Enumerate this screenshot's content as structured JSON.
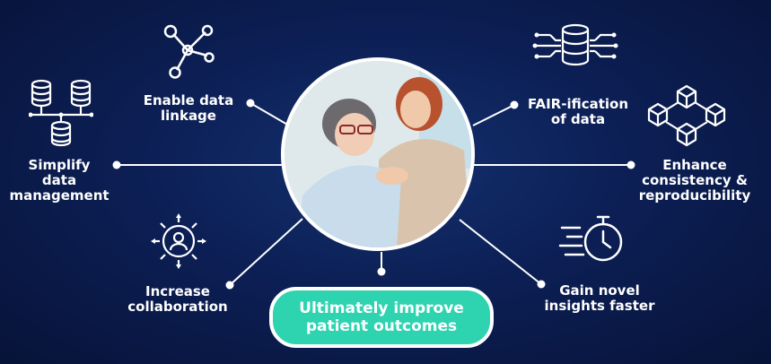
{
  "center_image": {
    "alt": ""
  },
  "nodes": {
    "data_linkage": {
      "line1": "Enable data",
      "line2": "linkage",
      "icon": "network-nodes-icon"
    },
    "data_management": {
      "line1": "Simplify",
      "line2": "data",
      "line3": "management",
      "icon": "linked-databases-icon"
    },
    "collaboration": {
      "line1": "Increase",
      "line2": "collaboration",
      "icon": "person-gear-icon"
    },
    "fairification": {
      "line1": "FAIR-ification",
      "line2": "of data",
      "icon": "database-circuit-icon"
    },
    "consistency": {
      "line1": "Enhance",
      "line2": "consistency &",
      "line3": "reproducibility",
      "icon": "connected-cubes-icon"
    },
    "insights": {
      "line1": "Gain novel",
      "line2": "insights faster",
      "icon": "fast-stopwatch-icon"
    }
  },
  "cta": {
    "line1": "Ultimately improve",
    "line2": "patient outcomes"
  },
  "colors": {
    "background": "#0c1f55",
    "accent": "#2ed3b0",
    "line": "#ffffff"
  }
}
